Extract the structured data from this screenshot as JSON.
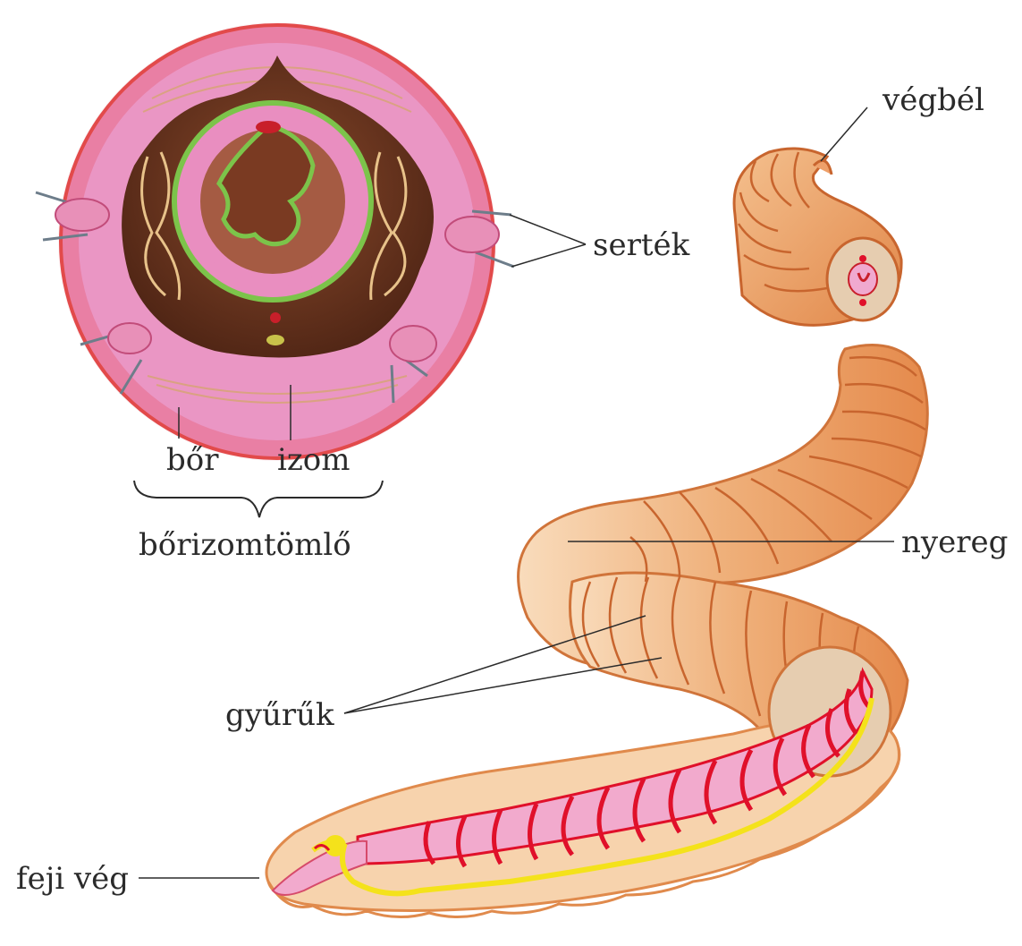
{
  "labels": {
    "vegbel": "végbél",
    "sertek": "serték",
    "bor": "bőr",
    "izom": "izom",
    "borizomtomlo": "bőrizomtömlő",
    "nyereg": "nyereg",
    "gyuruk": "gyűrűk",
    "feji_veg": "feji vég"
  },
  "colors": {
    "worm_body": "#e8965a",
    "worm_light": "#f7d3ad",
    "segment_line": "#c8652e",
    "skin_pink": "#e07ab0",
    "muscle_pink": "#f0a9cf",
    "cavity_brown": "#6b3520",
    "gut_green": "#7cc44a",
    "blood_red": "#e0102a",
    "nerve_yellow": "#f4e21b",
    "cut_face": "#e6cdb0",
    "label_text": "#2b2b2b"
  }
}
